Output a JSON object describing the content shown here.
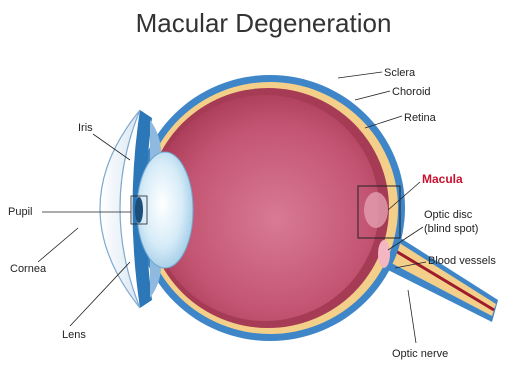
{
  "title": "Macular Degeneration",
  "labels": {
    "sclera": "Sclera",
    "choroid": "Choroid",
    "retina": "Retina",
    "macula": "Macula",
    "optic_disc_line1": "Optic disc",
    "optic_disc_line2": "(blind spot)",
    "blood_vessels": "Blood vessels",
    "optic_nerve": "Optic nerve",
    "iris": "Iris",
    "pupil": "Pupil",
    "cornea": "Cornea",
    "lens": "Lens"
  },
  "colors": {
    "sclera": "#3f86c8",
    "choroid": "#f3cf8a",
    "retina": "#a63b55",
    "vitreous": "#c95e7b",
    "macula_highlight": "#e39fb0",
    "optic_nerve": "#f3cf8a",
    "vessel": "#9e1b2c",
    "lens": "#cfe9f7",
    "iris": "#2c77b8",
    "cornea": "#e8f1f8",
    "macula_label": "#c8102e"
  }
}
